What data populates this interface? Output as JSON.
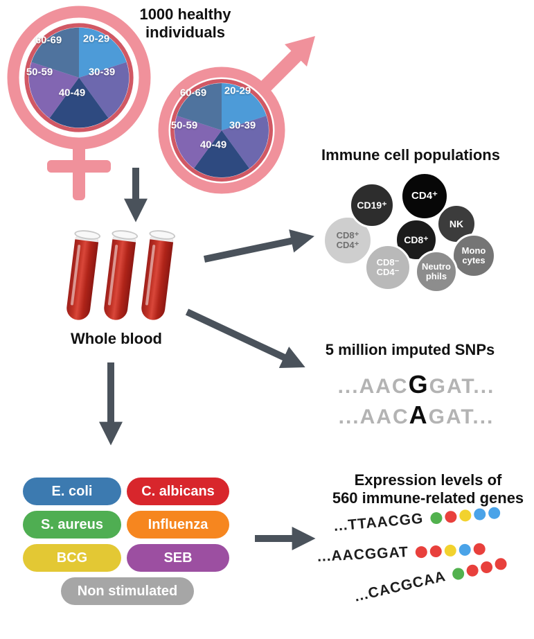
{
  "header": {
    "title": "1000 healthy\nindividuals"
  },
  "age_groups": [
    {
      "label": "20-29",
      "color": "#4d9bd8"
    },
    {
      "label": "30-39",
      "color": "#6d68ae"
    },
    {
      "label": "40-49",
      "color": "#2e4a80"
    },
    {
      "label": "50-59",
      "color": "#8266b2"
    },
    {
      "label": "60-69",
      "color": "#4f739e"
    }
  ],
  "gender_symbols": {
    "color": "#f0919b",
    "pie_ring": "#d15864"
  },
  "blood": {
    "label": "Whole blood"
  },
  "immune": {
    "title": "Immune cell populations",
    "cells": [
      {
        "label": "CD8⁺\nCD4⁺",
        "bg": "#cecece",
        "fg": "#6f6f6f"
      },
      {
        "label": "CD19⁺",
        "bg": "#2d2d2d",
        "fg": "#ffffff"
      },
      {
        "label": "NK",
        "bg": "#3c3c3c",
        "fg": "#ffffff"
      },
      {
        "label": "CD4⁺",
        "bg": "#070707",
        "fg": "#ffffff"
      },
      {
        "label": "Mono\ncytes",
        "bg": "#757575",
        "fg": "#ffffff"
      },
      {
        "label": "CD8⁺",
        "bg": "#1b1b1b",
        "fg": "#ffffff"
      },
      {
        "label": "CD8⁻\nCD4⁻",
        "bg": "#b9b9b9",
        "fg": "#ffffff"
      },
      {
        "label": "Neutro\nphils",
        "bg": "#8d8d8d",
        "fg": "#ffffff"
      }
    ]
  },
  "snps": {
    "title": "5 million imputed SNPs",
    "lines": [
      {
        "pre": "...AAC",
        "variant": "G",
        "post": "GAT..."
      },
      {
        "pre": "...AAC",
        "variant": "A",
        "post": "GAT..."
      }
    ]
  },
  "stimuli": [
    {
      "label": "E. coli",
      "color": "#3c7ab0"
    },
    {
      "label": "C. albicans",
      "color": "#d8262c"
    },
    {
      "label": "S. aureus",
      "color": "#4fae52"
    },
    {
      "label": "Influenza",
      "color": "#f6861f"
    },
    {
      "label": "BCG",
      "color": "#e3c834"
    },
    {
      "label": "SEB",
      "color": "#9c4fa1"
    },
    {
      "label": "Non stimulated",
      "color": "#a6a6a6"
    }
  ],
  "expression": {
    "title": "Expression levels of\n560 immune-related genes",
    "rows": [
      {
        "seq": "...TTAACGG",
        "dots": [
          "#52b14e",
          "#e8403c",
          "#f2d22e",
          "#4aa3e8",
          "#4aa3e8"
        ]
      },
      {
        "seq": "...AACGGAT",
        "dots": [
          "#e8403c",
          "#e8403c",
          "#f2d22e",
          "#4aa3e8",
          "#e8403c"
        ]
      },
      {
        "seq": "...CACGCAA",
        "dots": [
          "#52b14e",
          "#e8403c",
          "#e8403c",
          "#e8403c"
        ]
      }
    ]
  },
  "flow": {
    "arrow_color": "#4a525b"
  }
}
